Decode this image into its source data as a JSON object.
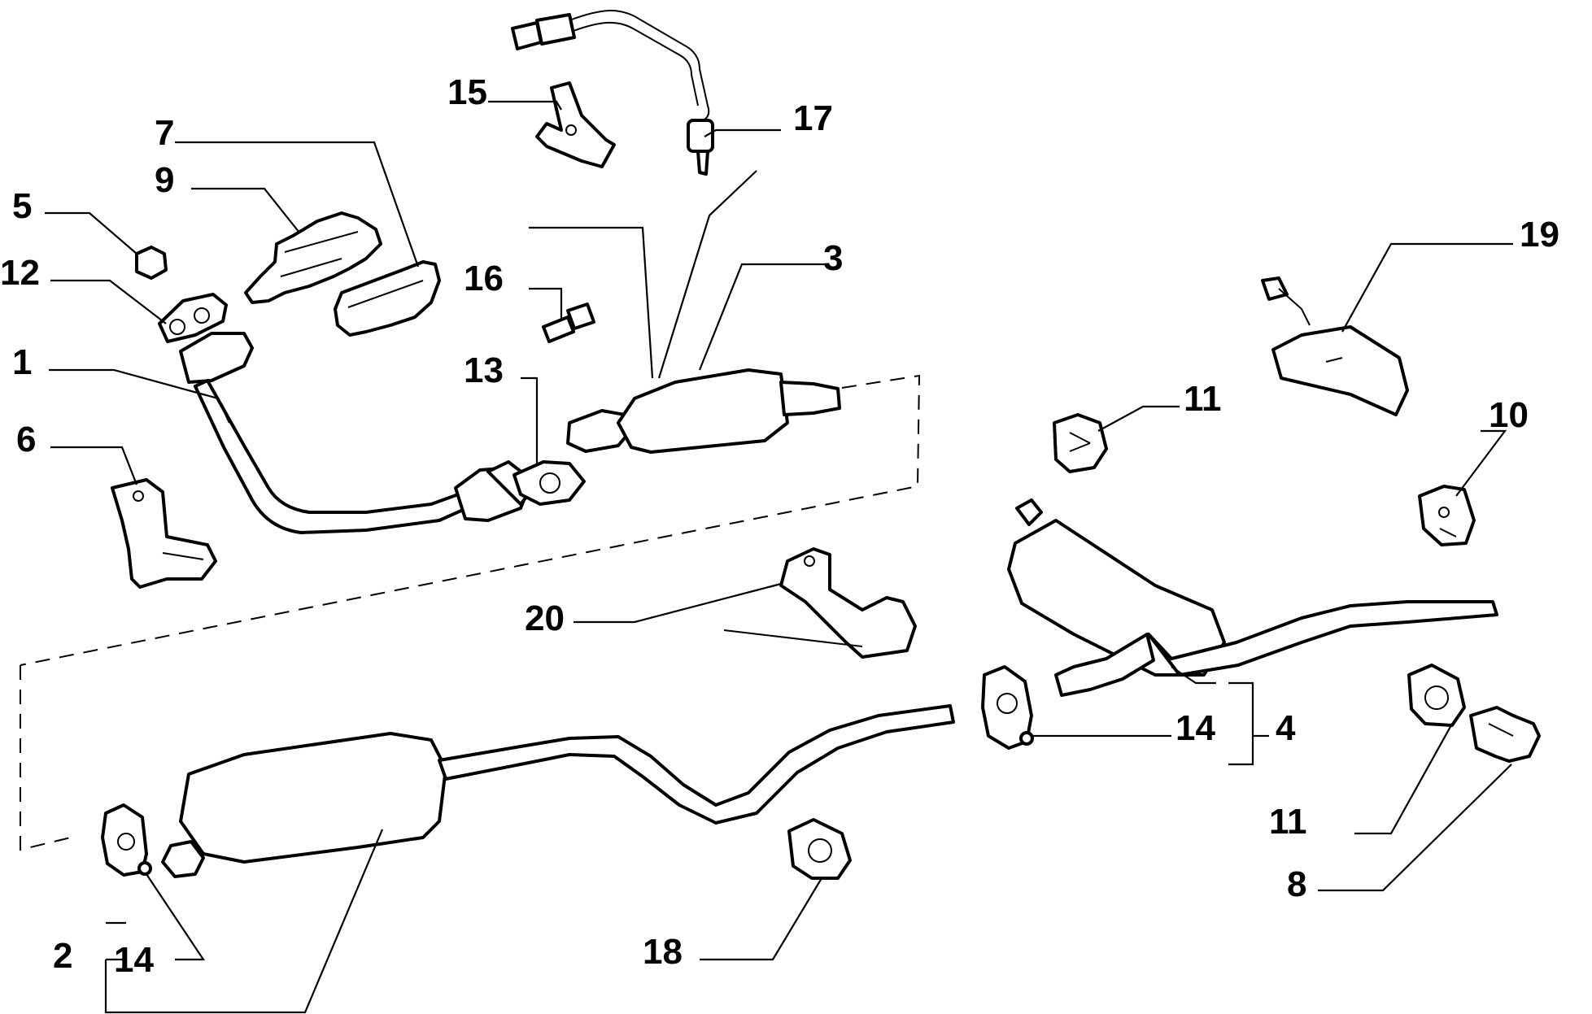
{
  "labels": {
    "p1": "1",
    "p2": "2",
    "p3": "3",
    "p4": "4",
    "p5": "5",
    "p6": "6",
    "p7": "7",
    "p8": "8",
    "p9": "9",
    "p10": "10",
    "p11a": "11",
    "p11b": "11",
    "p12": "12",
    "p13": "13",
    "p14a": "14",
    "p14b": "14",
    "p15": "15",
    "p16": "16",
    "p17": "17",
    "p18": "18",
    "p19": "19",
    "p20": "20"
  }
}
